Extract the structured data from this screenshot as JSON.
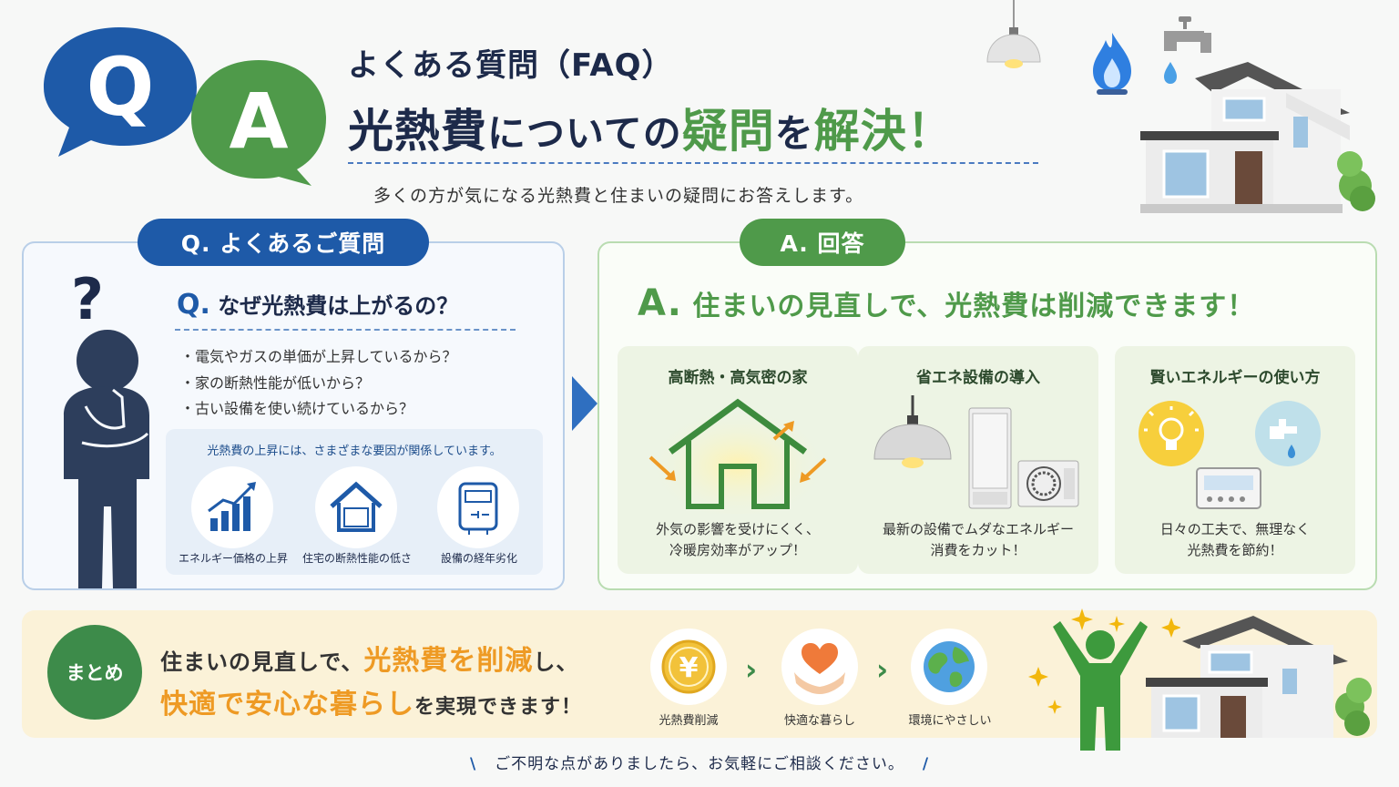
{
  "header": {
    "q_letter": "Q",
    "a_letter": "A",
    "faq_label": "よくある質問（FAQ）",
    "title_part1": "光熱費",
    "title_part2": "についての",
    "title_part3": "疑問",
    "title_part4": "を",
    "title_part5": "解決",
    "title_part6": "！",
    "subtitle": "多くの方が気になる光熱費と住まいの疑問にお答えします。"
  },
  "question_section": {
    "tag": "Q. よくあるご質問",
    "heading_prefix": "Q.",
    "heading": "なぜ光熱費は上がるの？",
    "bullets": [
      "電気やガスの単価が上昇しているから？",
      "家の断熱性能が低いから？",
      "古い設備を使い続けているから？"
    ],
    "factor_note": "光熱費の上昇には、さまざまな要因が関係しています。",
    "factors": [
      {
        "label": "エネルギー価格の上昇",
        "icon": "rising-bar-chart-icon"
      },
      {
        "label": "住宅の断熱性能の低さ",
        "icon": "house-outline-icon"
      },
      {
        "label": "設備の経年劣化",
        "icon": "water-heater-icon"
      }
    ]
  },
  "answer_section": {
    "tag": "A. 回答",
    "heading_prefix": "A.",
    "heading": "住まいの見直しで、光熱費は削減できます！",
    "cards": [
      {
        "title": "高断熱・高気密の家",
        "desc1": "外気の影響を受けにくく、",
        "desc2": "冷暖房効率がアップ！"
      },
      {
        "title": "省エネ設備の導入",
        "desc1": "最新の設備でムダなエネルギー",
        "desc2": "消費をカット！"
      },
      {
        "title": "賢いエネルギーの使い方",
        "desc1": "日々の工夫で、無理なく",
        "desc2": "光熱費を節約！"
      }
    ]
  },
  "summary": {
    "label": "まとめ",
    "line1_a": "住まいの見直しで、",
    "line1_b": "光熱費を削減",
    "line1_c": "し、",
    "line2_a": "快適で安心な暮らし",
    "line2_b": "を実現できます！",
    "benefits": [
      {
        "label": "光熱費削減",
        "icon": "yen-coin-icon"
      },
      {
        "label": "快適な暮らし",
        "icon": "heart-hands-icon"
      },
      {
        "label": "環境にやさしい",
        "icon": "earth-icon"
      }
    ]
  },
  "footer": {
    "text": "ご不明な点がありましたら、お気軽にご相談ください。"
  },
  "colors": {
    "navy": "#1d2a4a",
    "blue": "#1e5aa8",
    "green": "#4f9a4a",
    "orange": "#ee9a24"
  }
}
